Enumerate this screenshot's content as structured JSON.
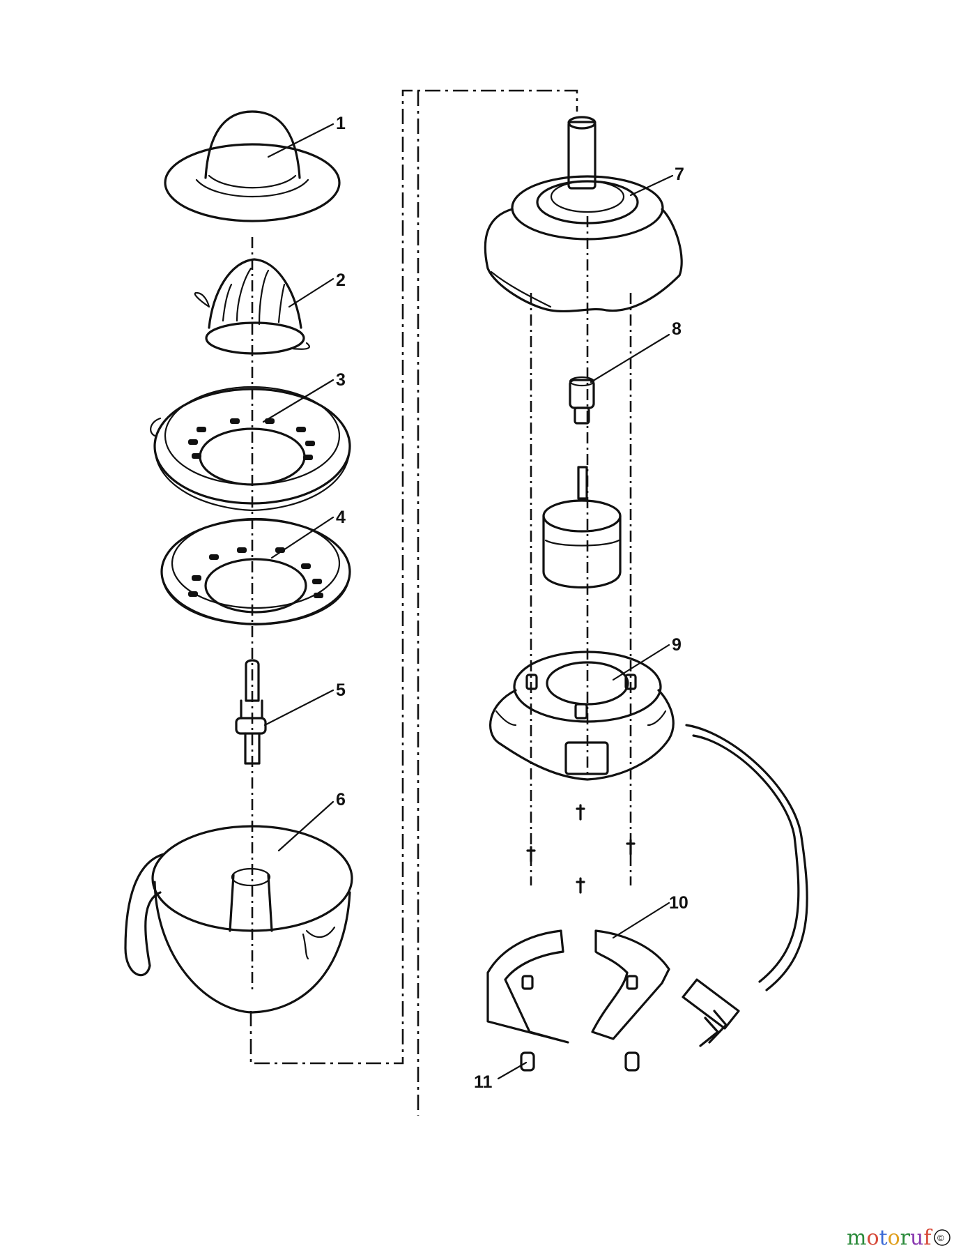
{
  "parts": [
    {
      "number": "1"
    },
    {
      "number": "2"
    },
    {
      "number": "3"
    },
    {
      "number": "4"
    },
    {
      "number": "5"
    },
    {
      "number": "6"
    },
    {
      "number": "7"
    },
    {
      "number": "8"
    },
    {
      "number": "9"
    },
    {
      "number": "10"
    },
    {
      "number": "11"
    }
  ],
  "watermark": {
    "text": "motoruf",
    "letters": [
      "m",
      "o",
      "t",
      "o",
      "r",
      "u",
      "f"
    ],
    "colors": [
      "#2a8a3a",
      "#d64a3a",
      "#3a6ad6",
      "#e0a020",
      "#2a8a3a",
      "#8a3ab0",
      "#d64a3a"
    ]
  },
  "colors": {
    "line": "#111111",
    "background": "#ffffff"
  }
}
